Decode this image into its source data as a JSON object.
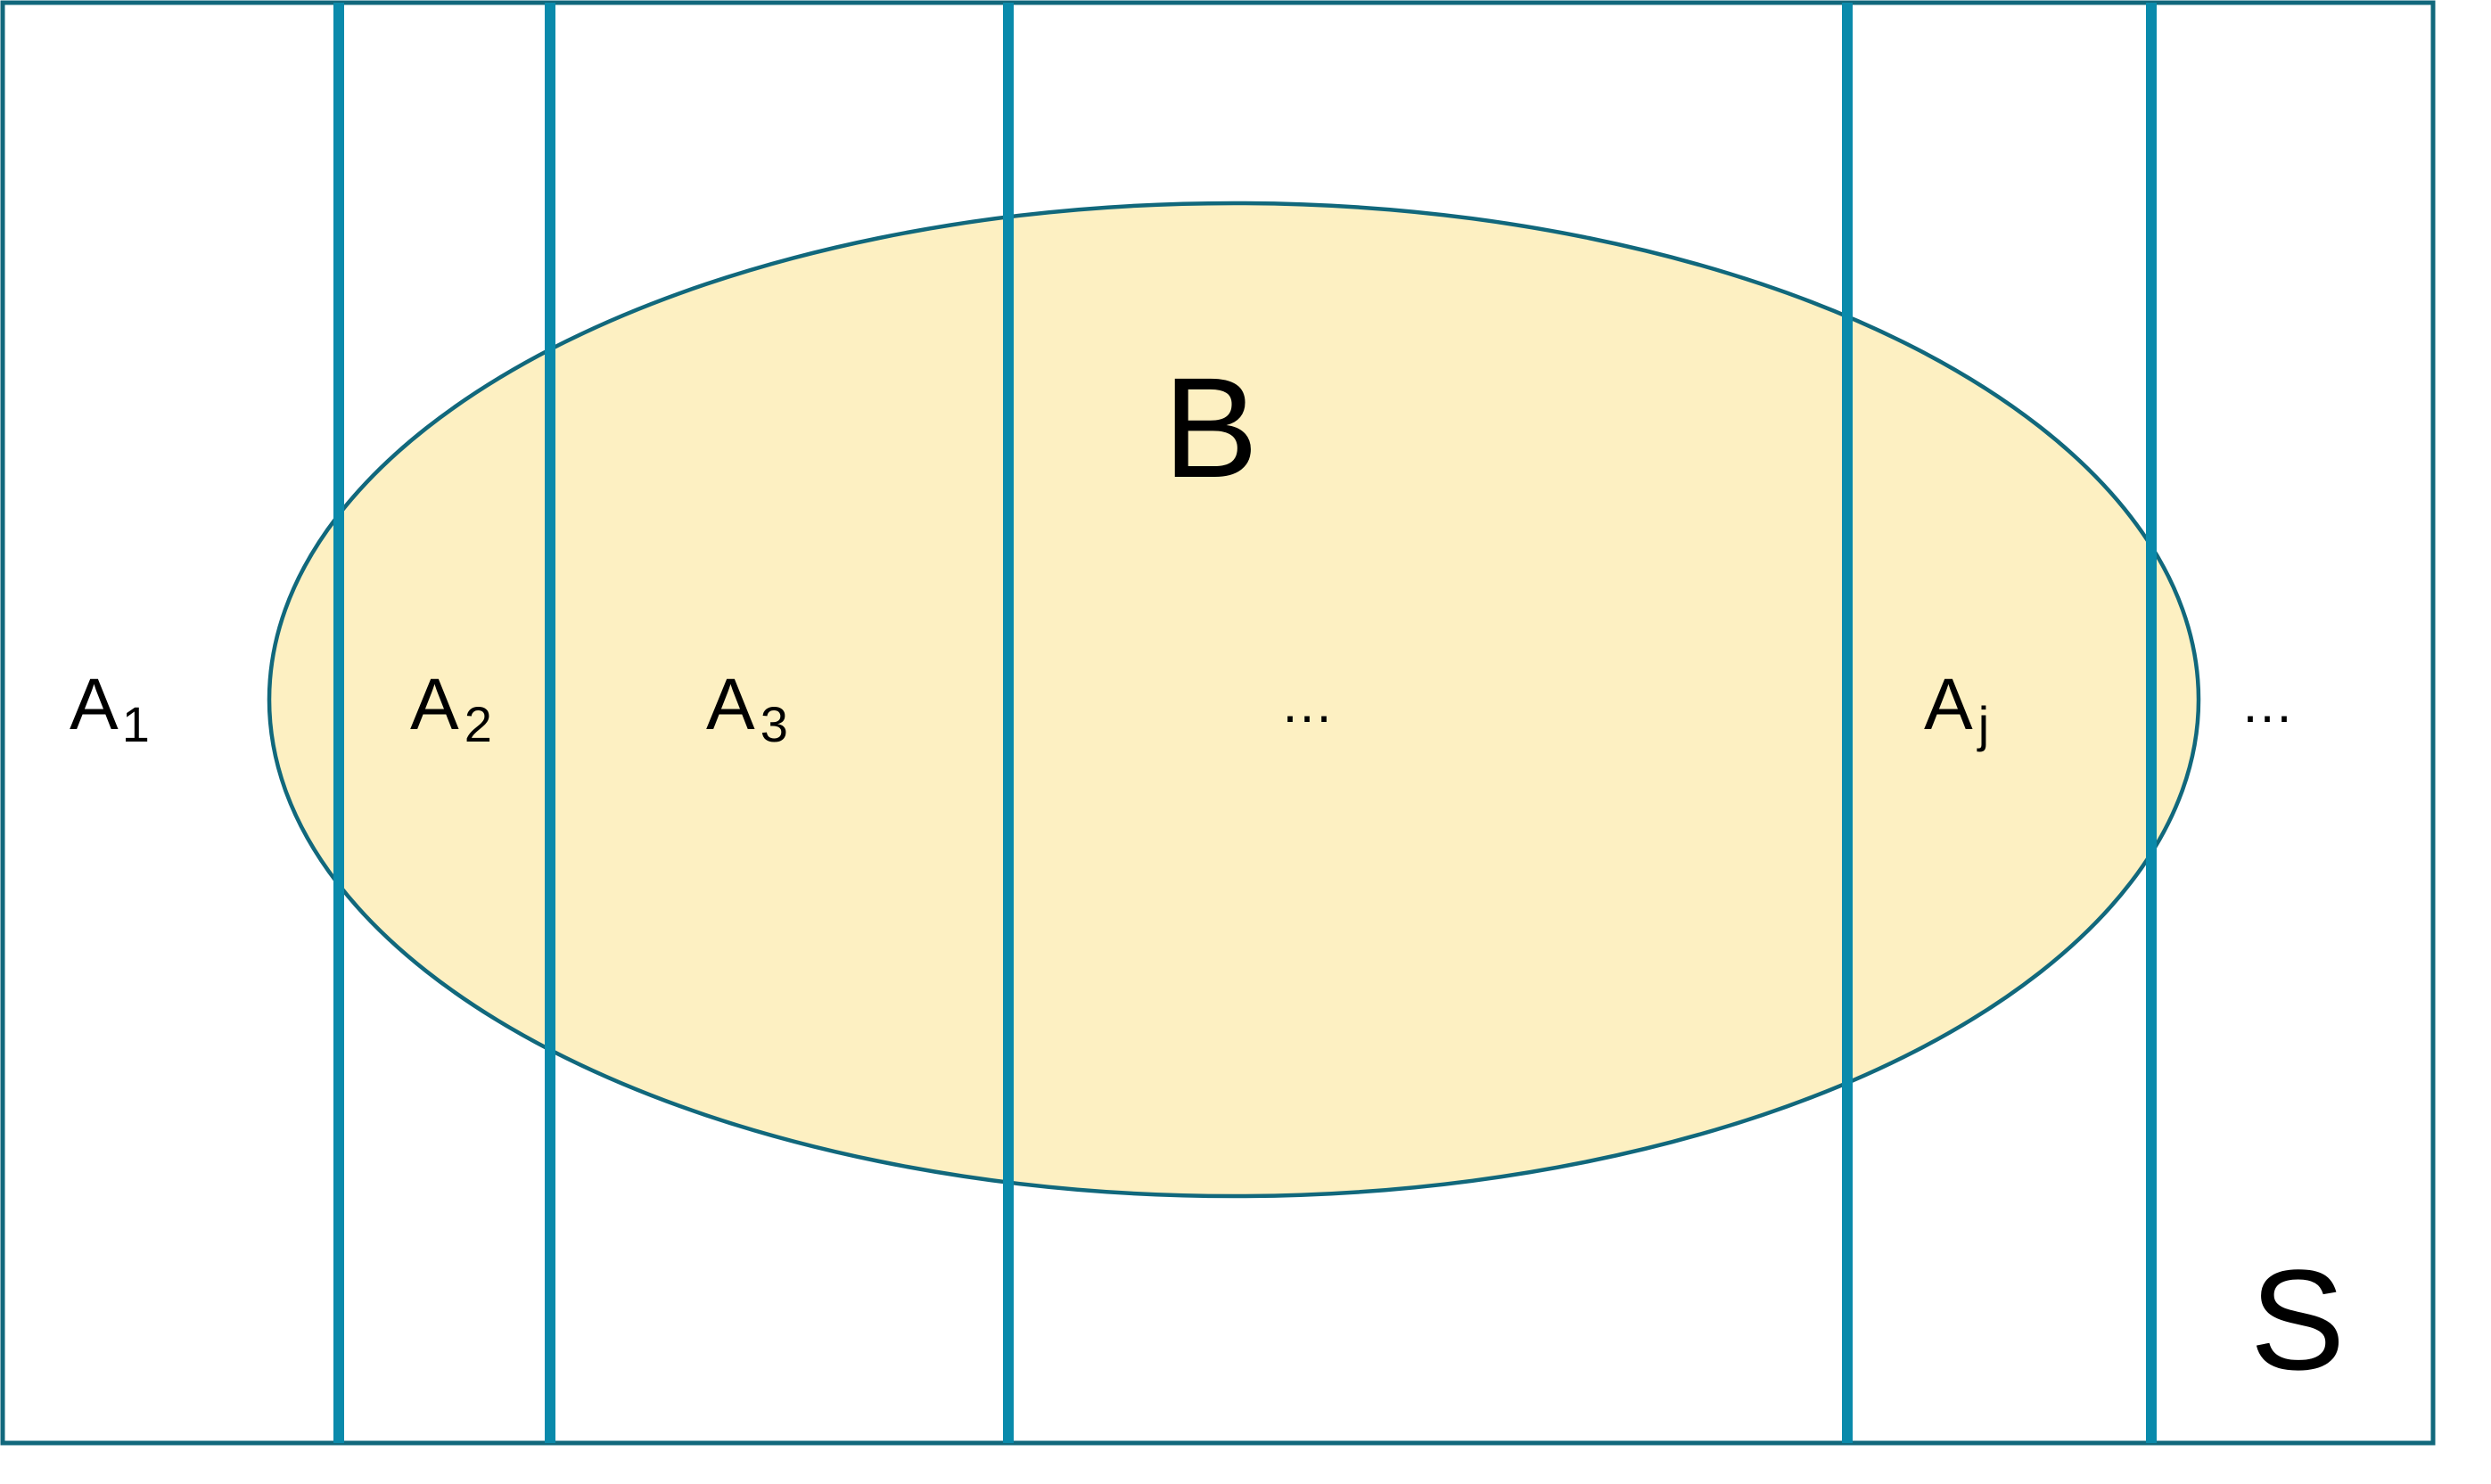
{
  "diagram": {
    "labels": {
      "a1": {
        "base": "A",
        "sub": "1"
      },
      "a2": {
        "base": "A",
        "sub": "2"
      },
      "a3": {
        "base": "A",
        "sub": "3"
      },
      "middle_ellipsis": "…",
      "aj": {
        "base": "A",
        "sub": "j"
      },
      "right_ellipsis": "…",
      "set_b": "B",
      "sample_space": "S"
    },
    "colors": {
      "ellipse_fill": "#fdf0c2",
      "ellipse_stroke": "#11687c",
      "partition_line": "#0a8aab",
      "frame_stroke": "#11687c",
      "background": "#ffffff"
    }
  }
}
